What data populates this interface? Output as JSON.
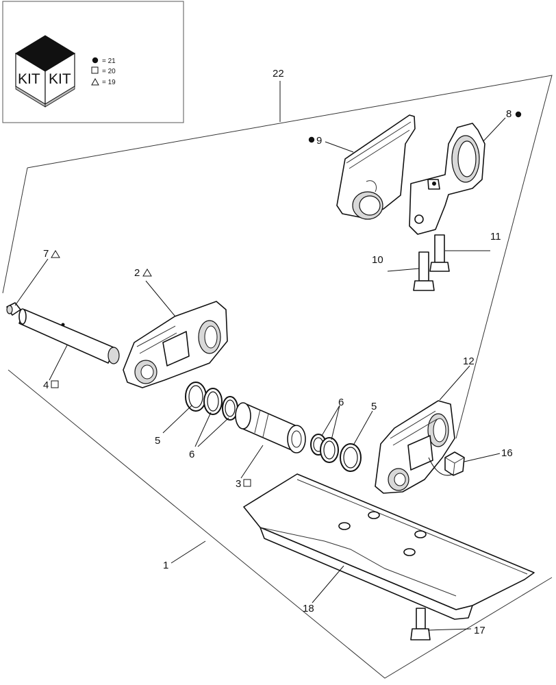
{
  "kit_box": {
    "kit_label_left": "KIT",
    "kit_label_right": "KIT",
    "legend": [
      {
        "symbol": "filled-circle",
        "text": "= 21"
      },
      {
        "symbol": "square",
        "text": "= 20"
      },
      {
        "symbol": "triangle",
        "text": "= 19"
      }
    ]
  },
  "callouts": {
    "c22": "22",
    "c9": "9",
    "c8": "8",
    "c11": "11",
    "c10": "10",
    "c7": "7",
    "c2": "2",
    "c4": "4",
    "c5a": "5",
    "c6a": "6",
    "c3": "3",
    "c6b": "6",
    "c5b": "5",
    "c12": "12",
    "c16": "16",
    "c1": "1",
    "c18": "18",
    "c17": "17"
  }
}
